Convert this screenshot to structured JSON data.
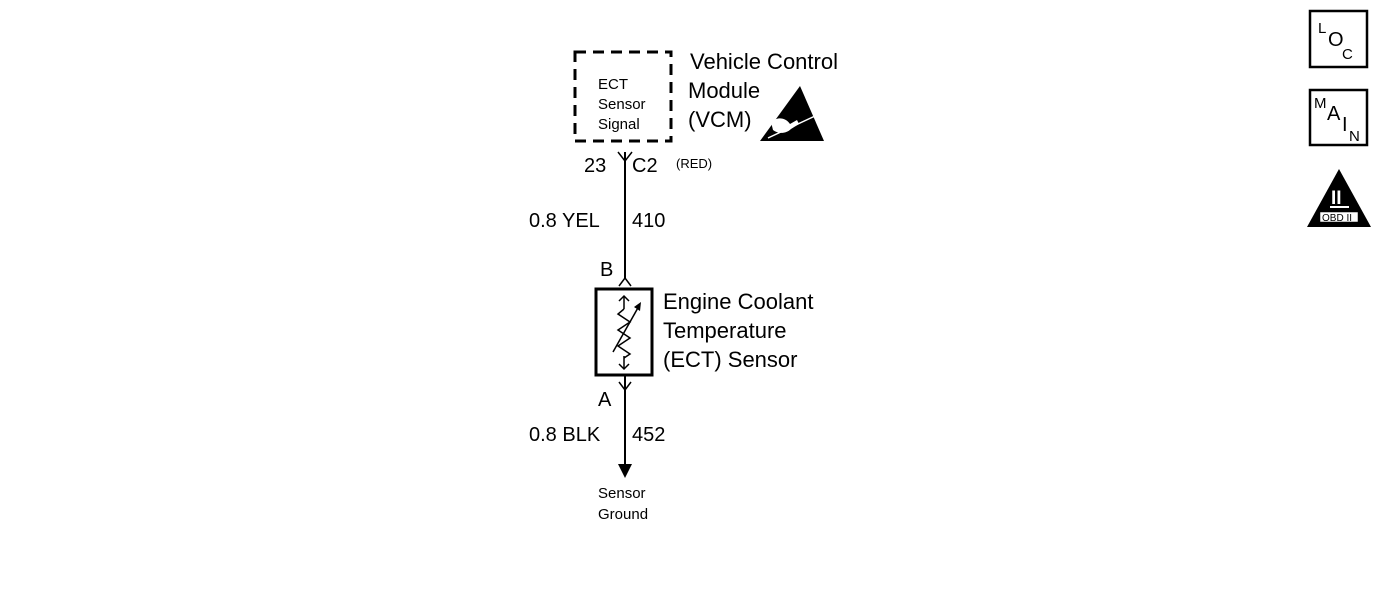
{
  "module": {
    "name_lines": [
      "Vehicle Control",
      "Module",
      "(VCM)"
    ],
    "terminal_lines": [
      "ECT",
      "Sensor",
      "Signal"
    ],
    "pin": "23",
    "connector": "C2",
    "connector_color": "(RED)"
  },
  "upper_wire": {
    "gauge_color": "0.8 YEL",
    "circuit": "410"
  },
  "sensor": {
    "name_lines": [
      "Engine Coolant",
      "Temperature",
      "(ECT) Sensor"
    ],
    "terminal_top": "B",
    "terminal_bottom": "A"
  },
  "lower_wire": {
    "gauge_color": "0.8 BLK",
    "circuit": "452"
  },
  "ground": {
    "label_lines": [
      "Sensor",
      "Ground"
    ]
  },
  "nav": {
    "loc": {
      "l": "L",
      "o": "O",
      "c": "C"
    },
    "main": {
      "m": "M",
      "a": "A",
      "i": "I",
      "n": "N"
    },
    "obd": {
      "numeral": "II",
      "label": "OBD II"
    }
  },
  "icons": {
    "esd": "esd-warning-icon",
    "sensor": "thermistor-icon",
    "ground_arrow": "arrow-down-icon"
  }
}
